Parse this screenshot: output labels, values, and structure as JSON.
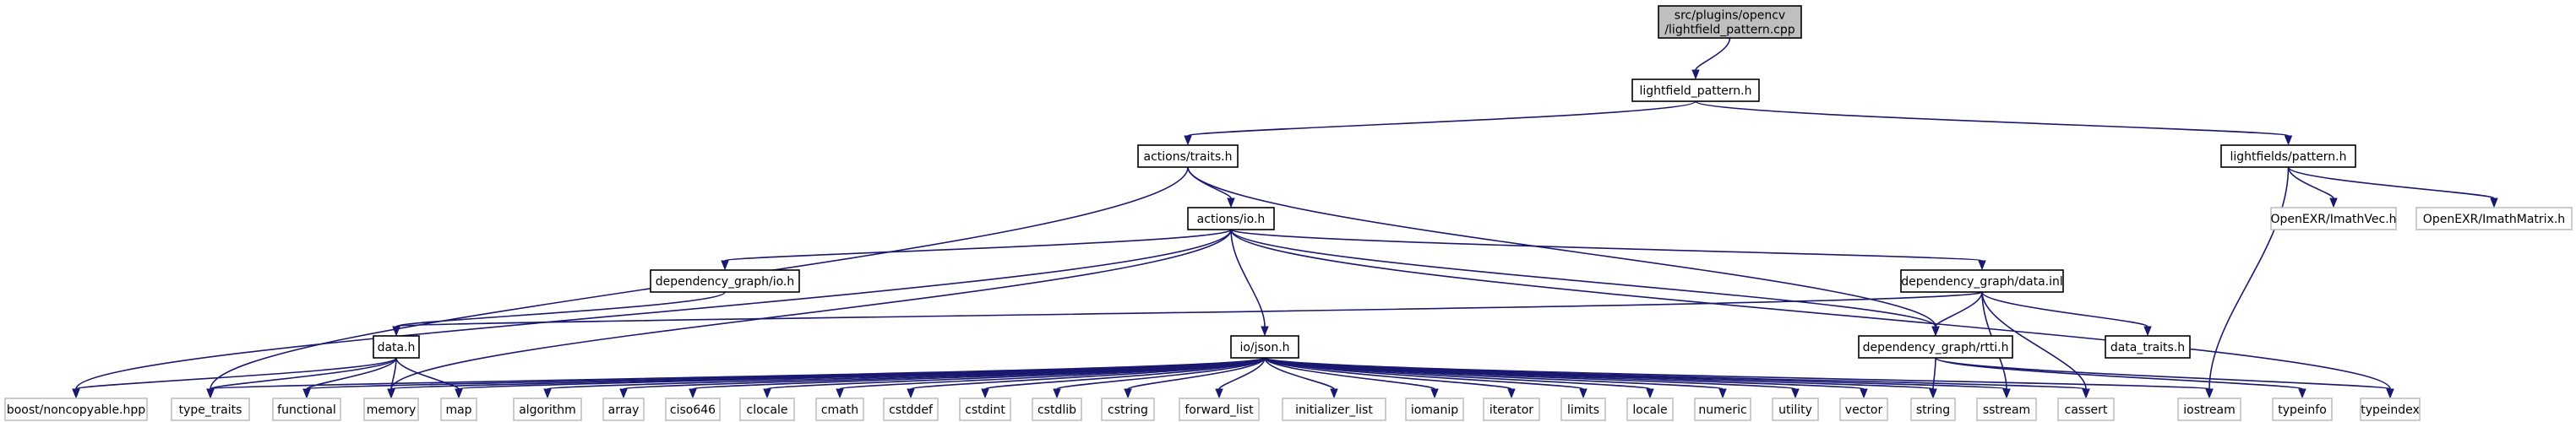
{
  "graph": {
    "edge_color": "#191970",
    "root_fill": "#bfbfbf",
    "external_border": "#bfbfbf",
    "nodes": [
      {
        "id": "root",
        "lines": [
          "src/plugins/opencv",
          "/lightfield_pattern.cpp"
        ],
        "style": "root"
      },
      {
        "id": "lightfield_pattern_h",
        "lines": [
          "lightfield_pattern.h"
        ],
        "style": "normal"
      },
      {
        "id": "actions_traits_h",
        "lines": [
          "actions/traits.h"
        ],
        "style": "normal"
      },
      {
        "id": "lightfields_pattern_h",
        "lines": [
          "lightfields/pattern.h"
        ],
        "style": "normal"
      },
      {
        "id": "actions_io_h",
        "lines": [
          "actions/io.h"
        ],
        "style": "normal"
      },
      {
        "id": "openexr_imathvec_h",
        "lines": [
          "OpenEXR/ImathVec.h"
        ],
        "style": "external"
      },
      {
        "id": "openexr_imathmatrix_h",
        "lines": [
          "OpenEXR/ImathMatrix.h"
        ],
        "style": "external"
      },
      {
        "id": "dependency_graph_io_h",
        "lines": [
          "dependency_graph/io.h"
        ],
        "style": "normal"
      },
      {
        "id": "dependency_graph_data_inl",
        "lines": [
          "dependency_graph/data.inl"
        ],
        "style": "normal"
      },
      {
        "id": "data_h",
        "lines": [
          "data.h"
        ],
        "style": "normal"
      },
      {
        "id": "io_json_h",
        "lines": [
          "io/json.h"
        ],
        "style": "normal"
      },
      {
        "id": "dependency_graph_rtti_h",
        "lines": [
          "dependency_graph/rtti.h"
        ],
        "style": "normal"
      },
      {
        "id": "data_traits_h",
        "lines": [
          "data_traits.h"
        ],
        "style": "normal"
      },
      {
        "id": "boost_noncopyable_hpp",
        "lines": [
          "boost/noncopyable.hpp"
        ],
        "style": "external"
      },
      {
        "id": "type_traits",
        "lines": [
          "type_traits"
        ],
        "style": "external"
      },
      {
        "id": "functional",
        "lines": [
          "functional"
        ],
        "style": "external"
      },
      {
        "id": "memory",
        "lines": [
          "memory"
        ],
        "style": "external"
      },
      {
        "id": "map",
        "lines": [
          "map"
        ],
        "style": "external"
      },
      {
        "id": "algorithm",
        "lines": [
          "algorithm"
        ],
        "style": "external"
      },
      {
        "id": "array",
        "lines": [
          "array"
        ],
        "style": "external"
      },
      {
        "id": "ciso646",
        "lines": [
          "ciso646"
        ],
        "style": "external"
      },
      {
        "id": "clocale",
        "lines": [
          "clocale"
        ],
        "style": "external"
      },
      {
        "id": "cmath",
        "lines": [
          "cmath"
        ],
        "style": "external"
      },
      {
        "id": "cstddef",
        "lines": [
          "cstddef"
        ],
        "style": "external"
      },
      {
        "id": "cstdint",
        "lines": [
          "cstdint"
        ],
        "style": "external"
      },
      {
        "id": "cstdlib",
        "lines": [
          "cstdlib"
        ],
        "style": "external"
      },
      {
        "id": "cstring",
        "lines": [
          "cstring"
        ],
        "style": "external"
      },
      {
        "id": "forward_list",
        "lines": [
          "forward_list"
        ],
        "style": "external"
      },
      {
        "id": "initializer_list",
        "lines": [
          "initializer_list"
        ],
        "style": "external"
      },
      {
        "id": "iomanip",
        "lines": [
          "iomanip"
        ],
        "style": "external"
      },
      {
        "id": "iterator",
        "lines": [
          "iterator"
        ],
        "style": "external"
      },
      {
        "id": "limits",
        "lines": [
          "limits"
        ],
        "style": "external"
      },
      {
        "id": "locale",
        "lines": [
          "locale"
        ],
        "style": "external"
      },
      {
        "id": "numeric",
        "lines": [
          "numeric"
        ],
        "style": "external"
      },
      {
        "id": "utility",
        "lines": [
          "utility"
        ],
        "style": "external"
      },
      {
        "id": "vector",
        "lines": [
          "vector"
        ],
        "style": "external"
      },
      {
        "id": "string",
        "lines": [
          "string"
        ],
        "style": "external"
      },
      {
        "id": "sstream",
        "lines": [
          "sstream"
        ],
        "style": "external"
      },
      {
        "id": "cassert",
        "lines": [
          "cassert"
        ],
        "style": "external"
      },
      {
        "id": "iostream",
        "lines": [
          "iostream"
        ],
        "style": "external"
      },
      {
        "id": "typeinfo",
        "lines": [
          "typeinfo"
        ],
        "style": "external"
      },
      {
        "id": "typeindex",
        "lines": [
          "typeindex"
        ],
        "style": "external"
      }
    ],
    "edges": [
      {
        "from": "root",
        "to": "lightfield_pattern_h"
      },
      {
        "from": "lightfield_pattern_h",
        "to": "actions_traits_h"
      },
      {
        "from": "lightfield_pattern_h",
        "to": "lightfields_pattern_h"
      },
      {
        "from": "actions_traits_h",
        "to": "actions_io_h"
      },
      {
        "from": "actions_traits_h",
        "to": "type_traits"
      },
      {
        "from": "actions_traits_h",
        "to": "dependency_graph_rtti_h"
      },
      {
        "from": "lightfields_pattern_h",
        "to": "openexr_imathvec_h"
      },
      {
        "from": "lightfields_pattern_h",
        "to": "openexr_imathmatrix_h"
      },
      {
        "from": "lightfields_pattern_h",
        "to": "iostream"
      },
      {
        "from": "actions_io_h",
        "to": "dependency_graph_io_h"
      },
      {
        "from": "actions_io_h",
        "to": "dependency_graph_data_inl"
      },
      {
        "from": "actions_io_h",
        "to": "io_json_h"
      },
      {
        "from": "actions_io_h",
        "to": "dependency_graph_rtti_h"
      },
      {
        "from": "actions_io_h",
        "to": "boost_noncopyable_hpp"
      },
      {
        "from": "actions_io_h",
        "to": "memory"
      },
      {
        "from": "actions_io_h",
        "to": "typeindex"
      },
      {
        "from": "dependency_graph_io_h",
        "to": "data_h"
      },
      {
        "from": "dependency_graph_data_inl",
        "to": "data_h"
      },
      {
        "from": "dependency_graph_data_inl",
        "to": "dependency_graph_rtti_h"
      },
      {
        "from": "dependency_graph_data_inl",
        "to": "data_traits_h"
      },
      {
        "from": "dependency_graph_data_inl",
        "to": "sstream"
      },
      {
        "from": "dependency_graph_data_inl",
        "to": "cassert"
      },
      {
        "from": "data_h",
        "to": "boost_noncopyable_hpp"
      },
      {
        "from": "data_h",
        "to": "type_traits"
      },
      {
        "from": "data_h",
        "to": "functional"
      },
      {
        "from": "data_h",
        "to": "memory"
      },
      {
        "from": "data_h",
        "to": "map"
      },
      {
        "from": "dependency_graph_rtti_h",
        "to": "string"
      },
      {
        "from": "dependency_graph_rtti_h",
        "to": "typeinfo"
      },
      {
        "from": "dependency_graph_rtti_h",
        "to": "typeindex"
      },
      {
        "from": "io_json_h",
        "to": "type_traits"
      },
      {
        "from": "io_json_h",
        "to": "functional"
      },
      {
        "from": "io_json_h",
        "to": "memory"
      },
      {
        "from": "io_json_h",
        "to": "map"
      },
      {
        "from": "io_json_h",
        "to": "algorithm"
      },
      {
        "from": "io_json_h",
        "to": "array"
      },
      {
        "from": "io_json_h",
        "to": "ciso646"
      },
      {
        "from": "io_json_h",
        "to": "clocale"
      },
      {
        "from": "io_json_h",
        "to": "cmath"
      },
      {
        "from": "io_json_h",
        "to": "cstddef"
      },
      {
        "from": "io_json_h",
        "to": "cstdint"
      },
      {
        "from": "io_json_h",
        "to": "cstdlib"
      },
      {
        "from": "io_json_h",
        "to": "cstring"
      },
      {
        "from": "io_json_h",
        "to": "forward_list"
      },
      {
        "from": "io_json_h",
        "to": "initializer_list"
      },
      {
        "from": "io_json_h",
        "to": "iomanip"
      },
      {
        "from": "io_json_h",
        "to": "iterator"
      },
      {
        "from": "io_json_h",
        "to": "limits"
      },
      {
        "from": "io_json_h",
        "to": "locale"
      },
      {
        "from": "io_json_h",
        "to": "numeric"
      },
      {
        "from": "io_json_h",
        "to": "utility"
      },
      {
        "from": "io_json_h",
        "to": "vector"
      },
      {
        "from": "io_json_h",
        "to": "string"
      },
      {
        "from": "io_json_h",
        "to": "sstream"
      },
      {
        "from": "io_json_h",
        "to": "cassert"
      },
      {
        "from": "io_json_h",
        "to": "iostream"
      }
    ]
  }
}
